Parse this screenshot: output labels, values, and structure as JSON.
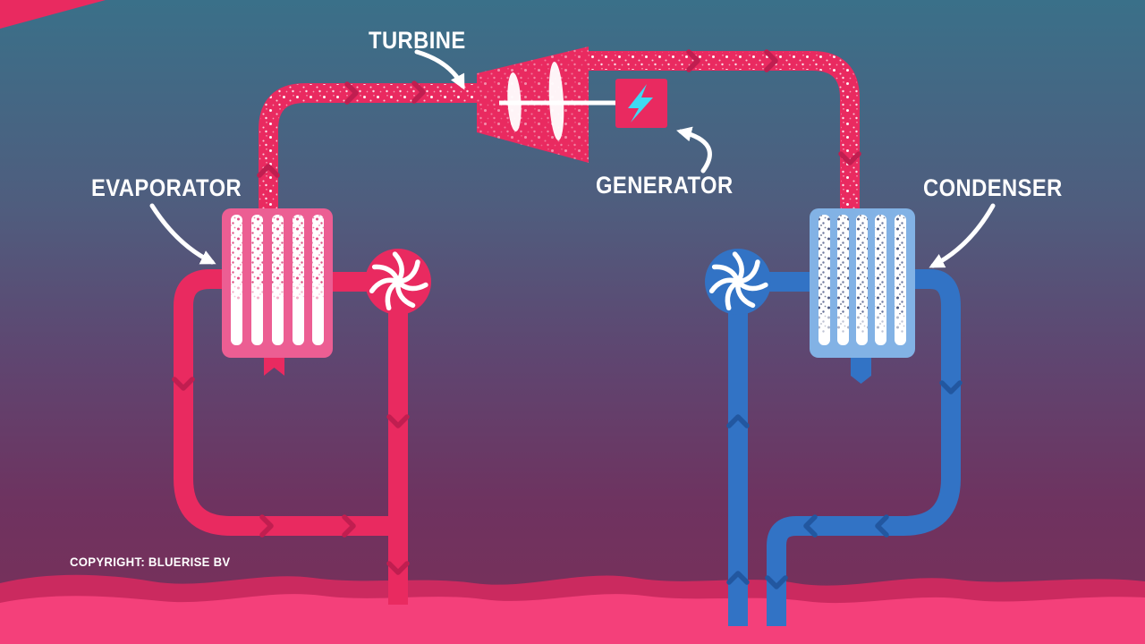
{
  "diagram": {
    "type": "OTEC power cycle schematic",
    "labels": {
      "turbine": "TURBINE",
      "generator": "GENERATOR",
      "evaporator": "EVAPORATOR",
      "condenser": "CONDENSER"
    },
    "copyright": "COPYRIGHT: BLUERISE BV",
    "icons": {
      "generator_symbol": "lightning-bolt-icon",
      "warm_pump_symbol": "pinwheel-pump-icon",
      "cold_pump_symbol": "pinwheel-pump-icon"
    },
    "colors": {
      "bg_top": "#3a7089",
      "bg_mid": "#5f4570",
      "bg_bottom": "#7b2f58",
      "pink": "#e92a60",
      "pink_dark": "#c01e50",
      "pink_light": "#ec5e93",
      "blue": "#3273c5",
      "blue_dark": "#2257a0",
      "blue_light": "#82b2e5",
      "cyan": "#3fd9f2",
      "terrain_front": "#f4407a",
      "terrain_back": "#cb2a5f",
      "text": "#ffffff"
    }
  }
}
